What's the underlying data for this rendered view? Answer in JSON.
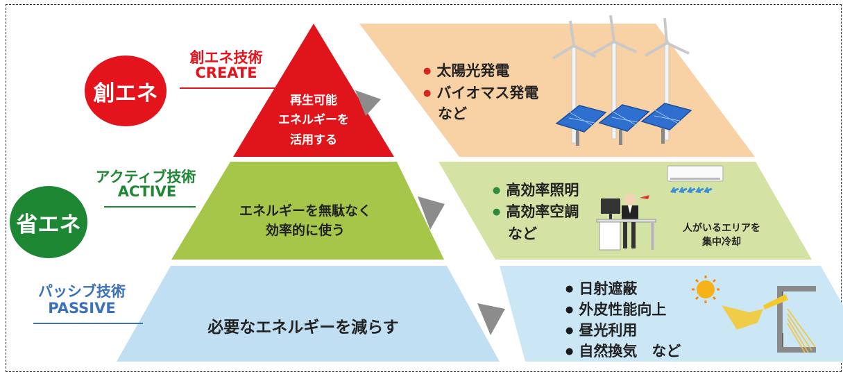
{
  "colors": {
    "create": "#e3141c",
    "active": "#1e8734",
    "passive": "#3b71b8",
    "triangle_red": "#e0141b",
    "trap_green": "#a6c64a",
    "trap_blue": "#c1dff2",
    "panel_orange": "#f8d1a4",
    "panel_green": "#d4e2a3",
    "panel_blue": "#cbe7f6",
    "arrow_gray": "#8c8c8c"
  },
  "levels": {
    "create": {
      "circle_label": "創エネ",
      "tech_title": "創エネ技術",
      "tech_sub": "CREATE",
      "pyramid_lines": [
        "再生可能",
        "エネルギーを",
        "活用する"
      ],
      "items": [
        "太陽光発電",
        "バイオマス発電"
      ],
      "items_suffix": "など",
      "icons": [
        "wind-turbine-icon",
        "solar-panel-icon"
      ]
    },
    "active": {
      "circle_label": "省エネ",
      "tech_title": "アクティブ技術",
      "tech_sub": "ACTIVE",
      "pyramid_lines": [
        "エネルギーを無駄なく",
        "効率的に使う"
      ],
      "items": [
        "高効率照明",
        "高効率空調"
      ],
      "items_suffix": "など",
      "note_lines": [
        "人がいるエリアを",
        "集中冷却"
      ],
      "icons": [
        "office-worker-icon",
        "air-conditioner-icon"
      ]
    },
    "passive": {
      "tech_title": "パッシブ技術",
      "tech_sub": "PASSIVE",
      "pyramid_text": "必要なエネルギーを減らす",
      "items": [
        "日射遮蔽",
        "外皮性能向上",
        "昼光利用",
        "自然換気　など"
      ],
      "icons": [
        "sun-icon",
        "building-section-icon"
      ]
    }
  }
}
